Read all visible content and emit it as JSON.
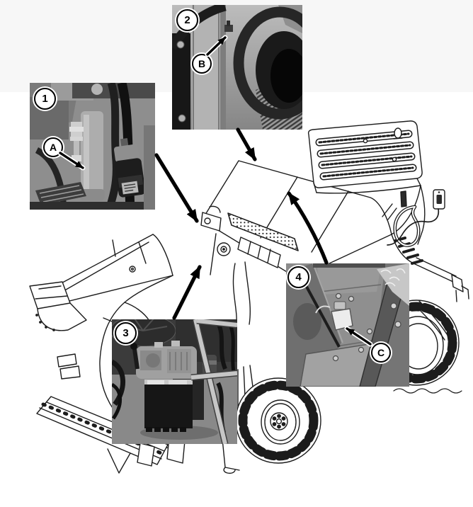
{
  "figure": {
    "kind": "parts-location-illustration",
    "machine_drawing": "self-propelled-windrower-line-art",
    "colors": {
      "background": "#ffffff",
      "page_band": "#f7f7f7",
      "line": "#1c1c1c",
      "callout_fill": "#ffffff",
      "callout_border": "#000000",
      "photo_gray": "#8c8c8c"
    },
    "insets": [
      {
        "number": "1",
        "letter": "A",
        "photo": "engine-filter-photo"
      },
      {
        "number": "2",
        "letter": "B",
        "photo": "fan-shroud-photo"
      },
      {
        "number": "3",
        "letter": "",
        "photo": "battery-compartment-photo"
      },
      {
        "number": "4",
        "letter": "C",
        "photo": "side-panel-connector-photo"
      }
    ]
  }
}
